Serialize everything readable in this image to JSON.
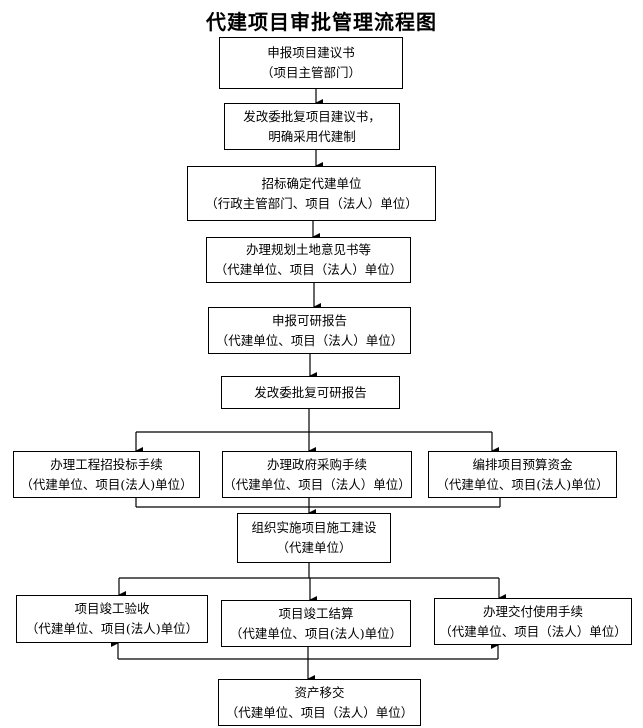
{
  "title": "代建项目审批管理流程图",
  "nodes": {
    "n1": {
      "line1": "申报项目建议书",
      "line2": "（项目主管部门）"
    },
    "n2": {
      "line1": "发改委批复项目建议书，",
      "line2": "明确采用代建制"
    },
    "n3": {
      "line1": "招标确定代建单位",
      "line2": "（行政主管部门、项目（法人）单位）"
    },
    "n4": {
      "line1": "办理规划土地意见书等",
      "line2": "（代建单位、项目（法人）单位）"
    },
    "n5": {
      "line1": "申报可研报告",
      "line2": "（代建单位、项目（法人）单位）"
    },
    "n6": {
      "line1": "发改委批复可研报告"
    },
    "n7a": {
      "line1": "办理工程招投标手续",
      "line2": "（代建单位、项目(法人)单位）"
    },
    "n7b": {
      "line1": "办理政府采购手续",
      "line2": "（代建单位、项目（法人）单位）"
    },
    "n7c": {
      "line1": "编排项目预算资金",
      "line2": "（代建单位、项目(法人)单位）"
    },
    "n8": {
      "line1": "组织实施项目施工建设",
      "line2": "（代建单位）"
    },
    "n9a": {
      "line1": "项目竣工验收",
      "line2": "（代建单位、项目(法人)单位）"
    },
    "n9b": {
      "line1": "项目竣工结算",
      "line2": "（代建单位、项目(法人)单位）"
    },
    "n9c": {
      "line1": "办理交付使用手续",
      "line2": "（代建单位、项目（法人）单位）"
    },
    "n10": {
      "line1": "资产移交",
      "line2": "（代建单位、项目（法人）单位）"
    }
  }
}
